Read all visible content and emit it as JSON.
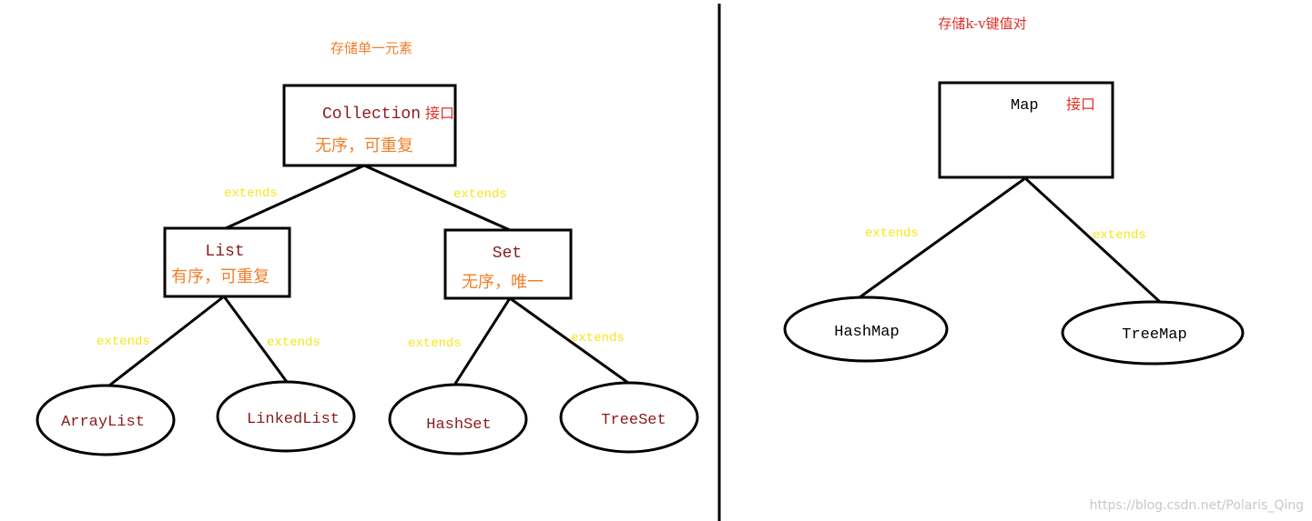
{
  "colors": {
    "line": "#000000",
    "class_text": "#8b1a1a",
    "note_orange": "#f07f2a",
    "note_red": "#e0302a",
    "edge_label": "#f5e51a",
    "watermark": "#c8c8c8"
  },
  "left_panel": {
    "heading": "存储单一元素",
    "collection": {
      "name": "Collection",
      "kind": "接口",
      "trait": "无序，可重复"
    },
    "list": {
      "name": "List",
      "trait": "有序，可重复"
    },
    "set": {
      "name": "Set",
      "trait": "无序，唯一"
    },
    "leaves": {
      "arraylist": "ArrayList",
      "linkedlist": "LinkedList",
      "hashset": "HashSet",
      "treeset": "TreeSet"
    },
    "edges": {
      "collection_list": "extends",
      "collection_set": "extends",
      "list_arraylist": "extends",
      "list_linkedlist": "extends",
      "set_hashset": "extends",
      "set_treeset": "extends"
    }
  },
  "right_panel": {
    "heading": "存储k-v键值对",
    "map": {
      "name": "Map",
      "kind": "接口"
    },
    "leaves": {
      "hashmap": "HashMap",
      "treemap": "TreeMap"
    },
    "edges": {
      "map_hashmap": "extends",
      "map_treemap": "extends"
    }
  },
  "watermark": "https://blog.csdn.net/Polaris_Qing"
}
